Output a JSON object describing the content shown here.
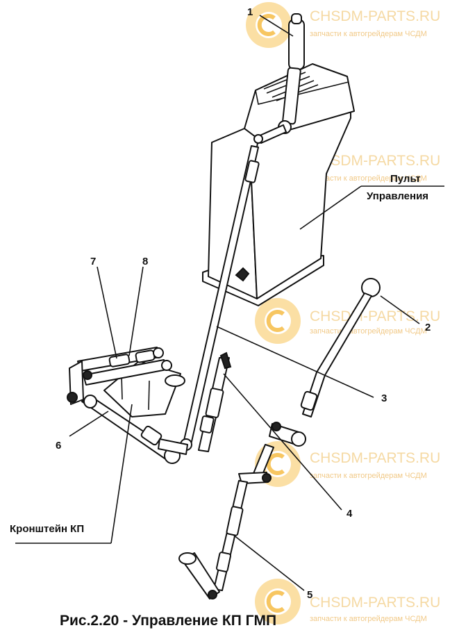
{
  "watermark": {
    "brand": "CHSDM-PARTS.RU",
    "tagline": "запчасти к автогрейдерам ЧСДМ",
    "colors": {
      "logo": "#f5b83a",
      "text": "#f3d193"
    }
  },
  "labels": {
    "n1": "1",
    "n2": "2",
    "n3": "3",
    "n4": "4",
    "n5": "5",
    "n6": "6",
    "n7": "7",
    "n8": "8",
    "console_line1": "Пульт",
    "console_line2": "Управления",
    "bracket": "Кронштейн КП"
  },
  "caption": "Рис.2.20 - Управление КП ГМП"
}
